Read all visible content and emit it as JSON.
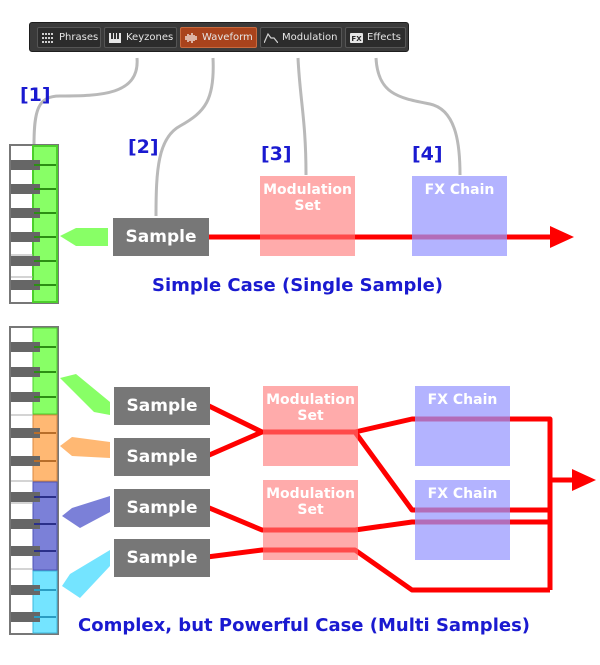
{
  "tabs": [
    {
      "label": "Phrases",
      "icon": "grid-icon",
      "active": false
    },
    {
      "label": "Keyzones",
      "icon": "piano-keys-icon",
      "active": false
    },
    {
      "label": "Waveform",
      "icon": "waveform-icon",
      "active": true
    },
    {
      "label": "Modulation",
      "icon": "envelope-icon",
      "active": false
    },
    {
      "label": "Effects",
      "icon": "fx-icon",
      "active": false
    }
  ],
  "markers": [
    "[1]",
    "[2]",
    "[3]",
    "[4]"
  ],
  "simple": {
    "sample_label": "Sample",
    "modulation": {
      "line1": "Modulation",
      "line2": "Set"
    },
    "fx": "FX Chain",
    "caption": "Simple Case (Single Sample)"
  },
  "complex": {
    "samples": [
      "Sample",
      "Sample",
      "Sample",
      "Sample"
    ],
    "modulation": [
      {
        "line1": "Modulation",
        "line2": "Set"
      },
      {
        "line1": "Modulation",
        "line2": "Set"
      }
    ],
    "fx": [
      "FX Chain",
      "FX Chain"
    ],
    "caption": "Complex, but Powerful Case (Multi Samples)"
  },
  "colors": {
    "signal": "#ff0000",
    "zone_green": "#88ff66",
    "zone_orange": "#ffb873",
    "zone_navy": "#7b80d8",
    "zone_cyan": "#74e4ff",
    "marker_text": "#1a1ad0",
    "active_tab": "#a9431c"
  }
}
